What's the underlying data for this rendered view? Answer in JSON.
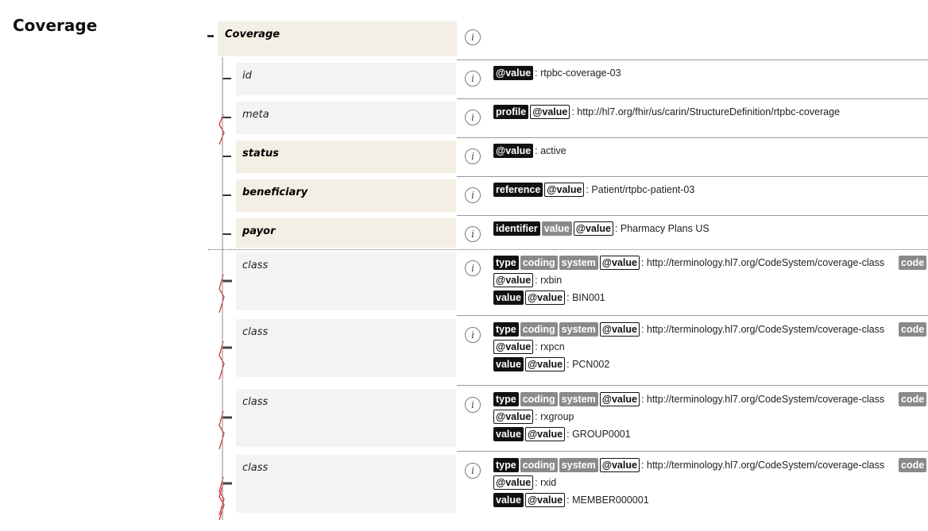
{
  "page_title": "Coverage",
  "root": {
    "name": "Coverage",
    "info": "i"
  },
  "rows": [
    {
      "name": "id",
      "kind": "optional",
      "lines": [
        {
          "tags": [
            {
              "text": "@value",
              "style": "elem"
            }
          ],
          "value": ": rtpbc-coverage-03"
        }
      ]
    },
    {
      "name": "meta",
      "kind": "optional",
      "lines": [
        {
          "tags": [
            {
              "text": "profile",
              "style": "elem"
            },
            {
              "text": "@value",
              "style": "attr"
            }
          ],
          "value": ": http://hl7.org/fhir/us/carin/StructureDefinition/rtpbc-coverage"
        }
      ]
    },
    {
      "name": "status",
      "kind": "required",
      "lines": [
        {
          "tags": [
            {
              "text": "@value",
              "style": "elem"
            }
          ],
          "value": ": active"
        }
      ]
    },
    {
      "name": "beneficiary",
      "kind": "required",
      "lines": [
        {
          "tags": [
            {
              "text": "reference",
              "style": "elem"
            },
            {
              "text": "@value",
              "style": "attr"
            }
          ],
          "value": ": Patient/rtpbc-patient-03"
        }
      ]
    },
    {
      "name": "payor",
      "kind": "required",
      "lines": [
        {
          "tags": [
            {
              "text": "identifier",
              "style": "elem"
            },
            {
              "text": "value",
              "style": "grey"
            },
            {
              "text": "@value",
              "style": "attr"
            }
          ],
          "value": ": Pharmacy Plans US"
        }
      ]
    },
    {
      "name": "class",
      "kind": "optional",
      "lines": [
        {
          "tags": [
            {
              "text": "type",
              "style": "elem"
            },
            {
              "text": "coding",
              "style": "grey"
            },
            {
              "text": "system",
              "style": "grey"
            },
            {
              "text": "@value",
              "style": "attr"
            }
          ],
          "value": ": http://terminology.hl7.org/CodeSystem/coverage-class",
          "trailing": "code"
        },
        {
          "tags": [
            {
              "text": "@value",
              "style": "attr"
            }
          ],
          "value": ": rxbin"
        },
        {
          "tags": [
            {
              "text": "value",
              "style": "elem"
            },
            {
              "text": "@value",
              "style": "attr"
            }
          ],
          "value": ": BIN001"
        }
      ]
    },
    {
      "name": "class",
      "kind": "optional",
      "lines": [
        {
          "tags": [
            {
              "text": "type",
              "style": "elem"
            },
            {
              "text": "coding",
              "style": "grey"
            },
            {
              "text": "system",
              "style": "grey"
            },
            {
              "text": "@value",
              "style": "attr"
            }
          ],
          "value": ": http://terminology.hl7.org/CodeSystem/coverage-class",
          "trailing": "code"
        },
        {
          "tags": [
            {
              "text": "@value",
              "style": "attr"
            }
          ],
          "value": ": rxpcn"
        },
        {
          "tags": [
            {
              "text": "value",
              "style": "elem"
            },
            {
              "text": "@value",
              "style": "attr"
            }
          ],
          "value": ": PCN002"
        }
      ]
    },
    {
      "name": "class",
      "kind": "optional",
      "lines": [
        {
          "tags": [
            {
              "text": "type",
              "style": "elem"
            },
            {
              "text": "coding",
              "style": "grey"
            },
            {
              "text": "system",
              "style": "grey"
            },
            {
              "text": "@value",
              "style": "attr"
            }
          ],
          "value": ": http://terminology.hl7.org/CodeSystem/coverage-class",
          "trailing": "code"
        },
        {
          "tags": [
            {
              "text": "@value",
              "style": "attr"
            }
          ],
          "value": ": rxgroup"
        },
        {
          "tags": [
            {
              "text": "value",
              "style": "elem"
            },
            {
              "text": "@value",
              "style": "attr"
            }
          ],
          "value": ": GROUP0001"
        }
      ]
    },
    {
      "name": "class",
      "kind": "optional",
      "lines": [
        {
          "tags": [
            {
              "text": "type",
              "style": "elem"
            },
            {
              "text": "coding",
              "style": "grey"
            },
            {
              "text": "system",
              "style": "grey"
            },
            {
              "text": "@value",
              "style": "attr"
            }
          ],
          "value": ": http://terminology.hl7.org/CodeSystem/coverage-class",
          "trailing": "code"
        },
        {
          "tags": [
            {
              "text": "@value",
              "style": "attr"
            }
          ],
          "value": ": rxid"
        },
        {
          "tags": [
            {
              "text": "value",
              "style": "elem"
            },
            {
              "text": "@value",
              "style": "attr"
            }
          ],
          "value": ": MEMBER000001"
        }
      ]
    }
  ],
  "colors": {
    "required_bg": "#f4efe4",
    "optional_bg": "#f3f3f1",
    "element_tag": "#111111",
    "inherited_tag": "#8a8a8a",
    "connector_red": "#e0303a"
  },
  "icons": {
    "info": "info-icon",
    "collapse": "collapse-toggle-icon"
  }
}
